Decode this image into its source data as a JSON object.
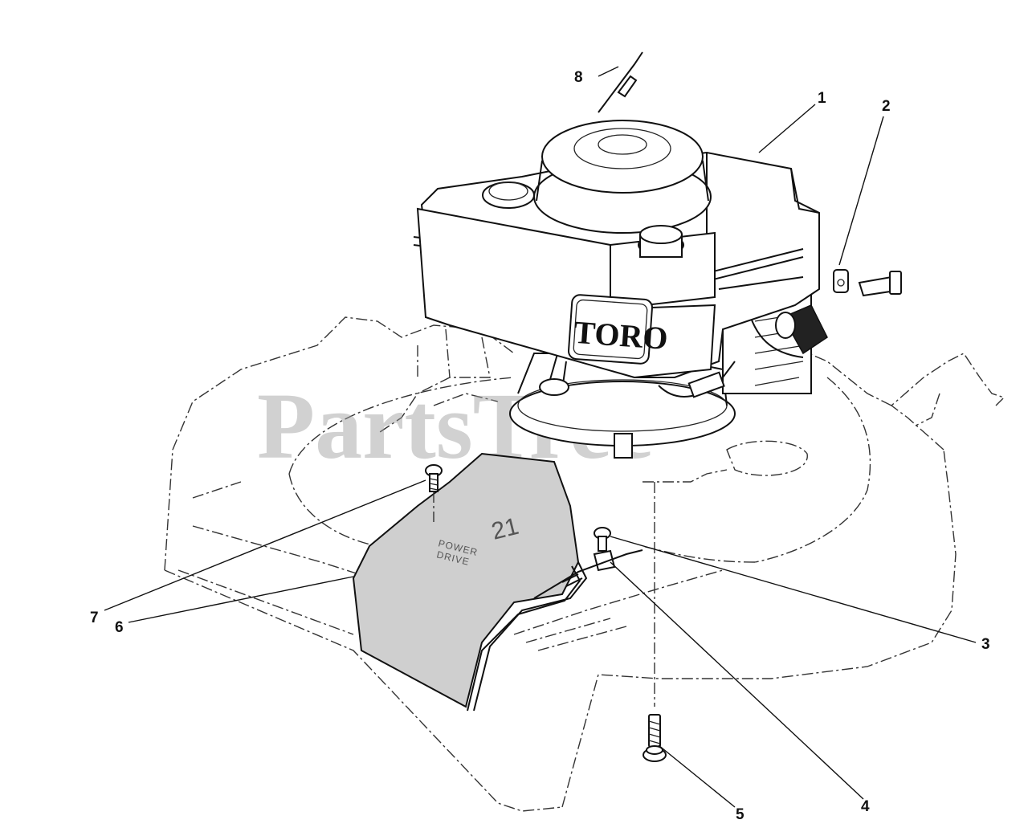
{
  "brand": "TORO",
  "watermark": "PartsTree",
  "deck_label_number": "21",
  "deck_label_line1": "POWER",
  "deck_label_line2": "DRIVE",
  "callouts": [
    "1",
    "2",
    "3",
    "4",
    "5",
    "6",
    "7",
    "8"
  ]
}
